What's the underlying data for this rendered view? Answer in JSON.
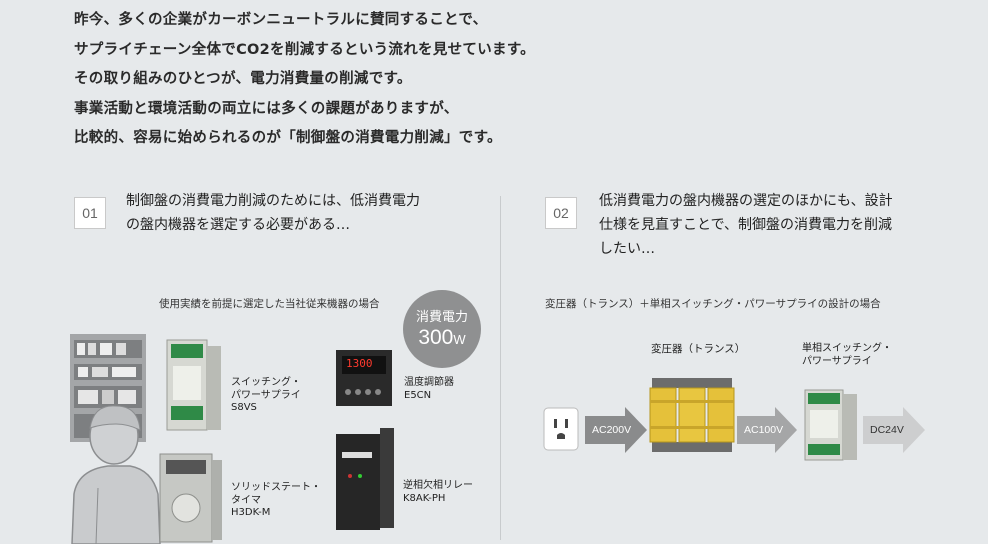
{
  "intro": {
    "lines": [
      "昨今、多くの企業がカーボンニュートラルに賛同することで、",
      "サプライチェーン全体でCO2を削減するという流れを見せています。",
      "その取り組みのひとつが、電力消費量の削減です。",
      "事業活動と環境活動の両立には多くの課題がありますが、",
      "比較的、容易に始められるのが「制御盤の消費電力削減」です。"
    ]
  },
  "case1": {
    "number": "01",
    "lead_lines": [
      "制御盤の消費電力削減のためには、低消費電力",
      "の盤内機器を選定する必要がある…"
    ],
    "caption": "使用実績を前提に選定した当社従来機器の場合",
    "power": {
      "label": "消費電力",
      "value": "300",
      "unit": "W"
    },
    "devices": [
      {
        "lines": [
          "スイッチング・",
          "パワーサプライ",
          "S8VS"
        ]
      },
      {
        "lines": [
          "温度調節器",
          "E5CN"
        ]
      },
      {
        "lines": [
          "ソリッドステート・",
          "タイマ",
          "H3DK-M"
        ]
      },
      {
        "lines": [
          "逆相欠相リレー",
          "K8AK-PH"
        ]
      }
    ],
    "display_reading": "1300"
  },
  "case2": {
    "number": "02",
    "lead_lines": [
      "低消費電力の盤内機器の選定のほかにも、設計",
      "仕様を見直すことで、制御盤の消費電力を削減",
      "したい…"
    ],
    "caption": "変圧器（トランス）＋単相スイッチング・パワーサプライの設計の場合",
    "transformer_label": "変圧器（トランス）",
    "psu_label_lines": [
      "単相スイッチング・",
      "パワーサプライ"
    ],
    "arrows": [
      "AC200V",
      "AC100V",
      "DC24V"
    ]
  },
  "colors": {
    "bg": "#e6e9eb",
    "arrow": "#8a8b8c",
    "transformer": "#e5c13a",
    "bubble": "#8f9091"
  }
}
